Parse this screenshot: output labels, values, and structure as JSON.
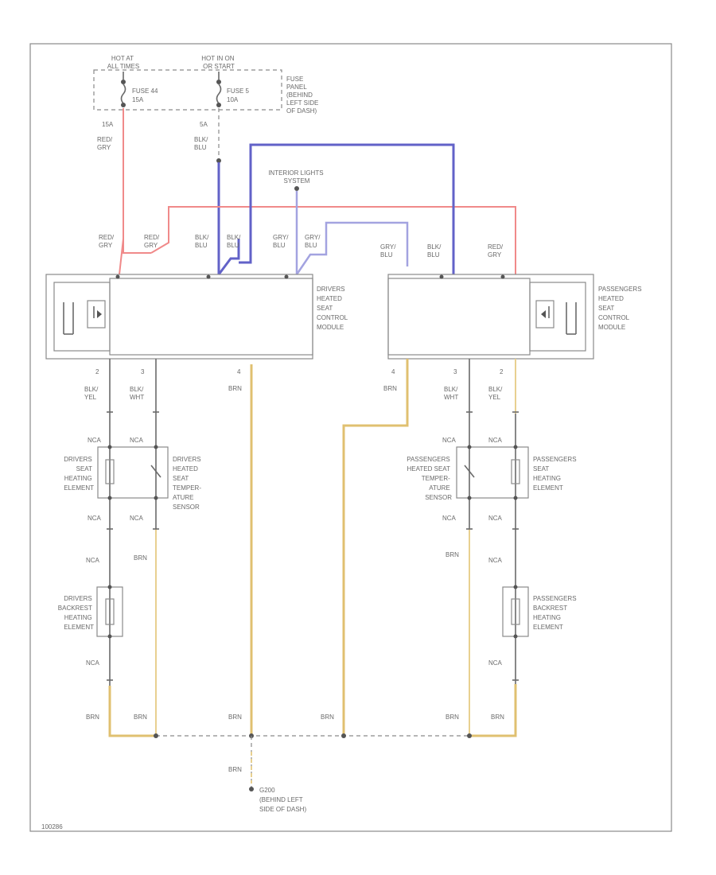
{
  "fuses": {
    "left_source": [
      "HOT AT",
      "ALL TIMES"
    ],
    "right_source": [
      "HOT IN ON",
      "OR START"
    ],
    "fuse44": [
      "FUSE 44",
      "15A"
    ],
    "fuse5": [
      "FUSE 5",
      "10A"
    ],
    "panel": [
      "FUSE",
      "PANEL",
      "(BEHIND",
      "LEFT SIDE",
      "OF DASH)"
    ],
    "left_amp": "15A",
    "right_amp": "5A",
    "left_wire": [
      "RED/",
      "GRY"
    ],
    "right_wire": [
      "BLK/",
      "BLU"
    ]
  },
  "interior_lights": [
    "INTERIOR LIGHTS",
    "SYSTEM"
  ],
  "top_wire_labels": [
    [
      "RED/",
      "GRY"
    ],
    [
      "RED/",
      "GRY"
    ],
    [
      "BLK/",
      "BLU"
    ],
    [
      "BLK/",
      "BLU"
    ],
    [
      "GRY/",
      "BLU"
    ],
    [
      "GRY/",
      "BLU"
    ],
    [
      "GRY/",
      "BLU"
    ],
    [
      "BLK/",
      "BLU"
    ],
    [
      "RED/",
      "GRY"
    ]
  ],
  "modules": {
    "driver": [
      "DRIVERS",
      "HEATED",
      "SEAT",
      "CONTROL",
      "MODULE"
    ],
    "passenger": [
      "PASSENGERS",
      "HEATED",
      "SEAT",
      "CONTROL",
      "MODULE"
    ]
  },
  "pins": {
    "d1": "2",
    "d2": "3",
    "d3": "4",
    "p1": "4",
    "p2": "3",
    "p3": "2"
  },
  "lower_wire_labels": {
    "d1": [
      "BLK/",
      "YEL"
    ],
    "d2": [
      "BLK/",
      "WHT"
    ],
    "d3": "BRN",
    "p1": "BRN",
    "p2": [
      "BLK/",
      "WHT"
    ],
    "p3": [
      "BLK/",
      "YEL"
    ]
  },
  "nca": "NCA",
  "components": {
    "driver_seat_element": [
      "DRIVERS",
      "SEAT",
      "HEATING",
      "ELEMENT"
    ],
    "driver_temp_sensor": [
      "DRIVERS",
      "HEATED",
      "SEAT",
      "TEMPER-",
      "ATURE",
      "SENSOR"
    ],
    "driver_backrest": [
      "DRIVERS",
      "BACKREST",
      "HEATING",
      "ELEMENT"
    ],
    "pass_temp_sensor": [
      "PASSENGERS",
      "HEATED SEAT",
      "TEMPER-",
      "ATURE",
      "SENSOR"
    ],
    "pass_seat_element": [
      "PASSENGERS",
      "SEAT",
      "HEATING",
      "ELEMENT"
    ],
    "pass_backrest": [
      "PASSENGERS",
      "BACKREST",
      "HEATING",
      "ELEMENT"
    ]
  },
  "brn": "BRN",
  "ground": [
    "G200",
    "(BEHIND LEFT",
    "SIDE OF DASH)"
  ],
  "footer_code": "100286"
}
